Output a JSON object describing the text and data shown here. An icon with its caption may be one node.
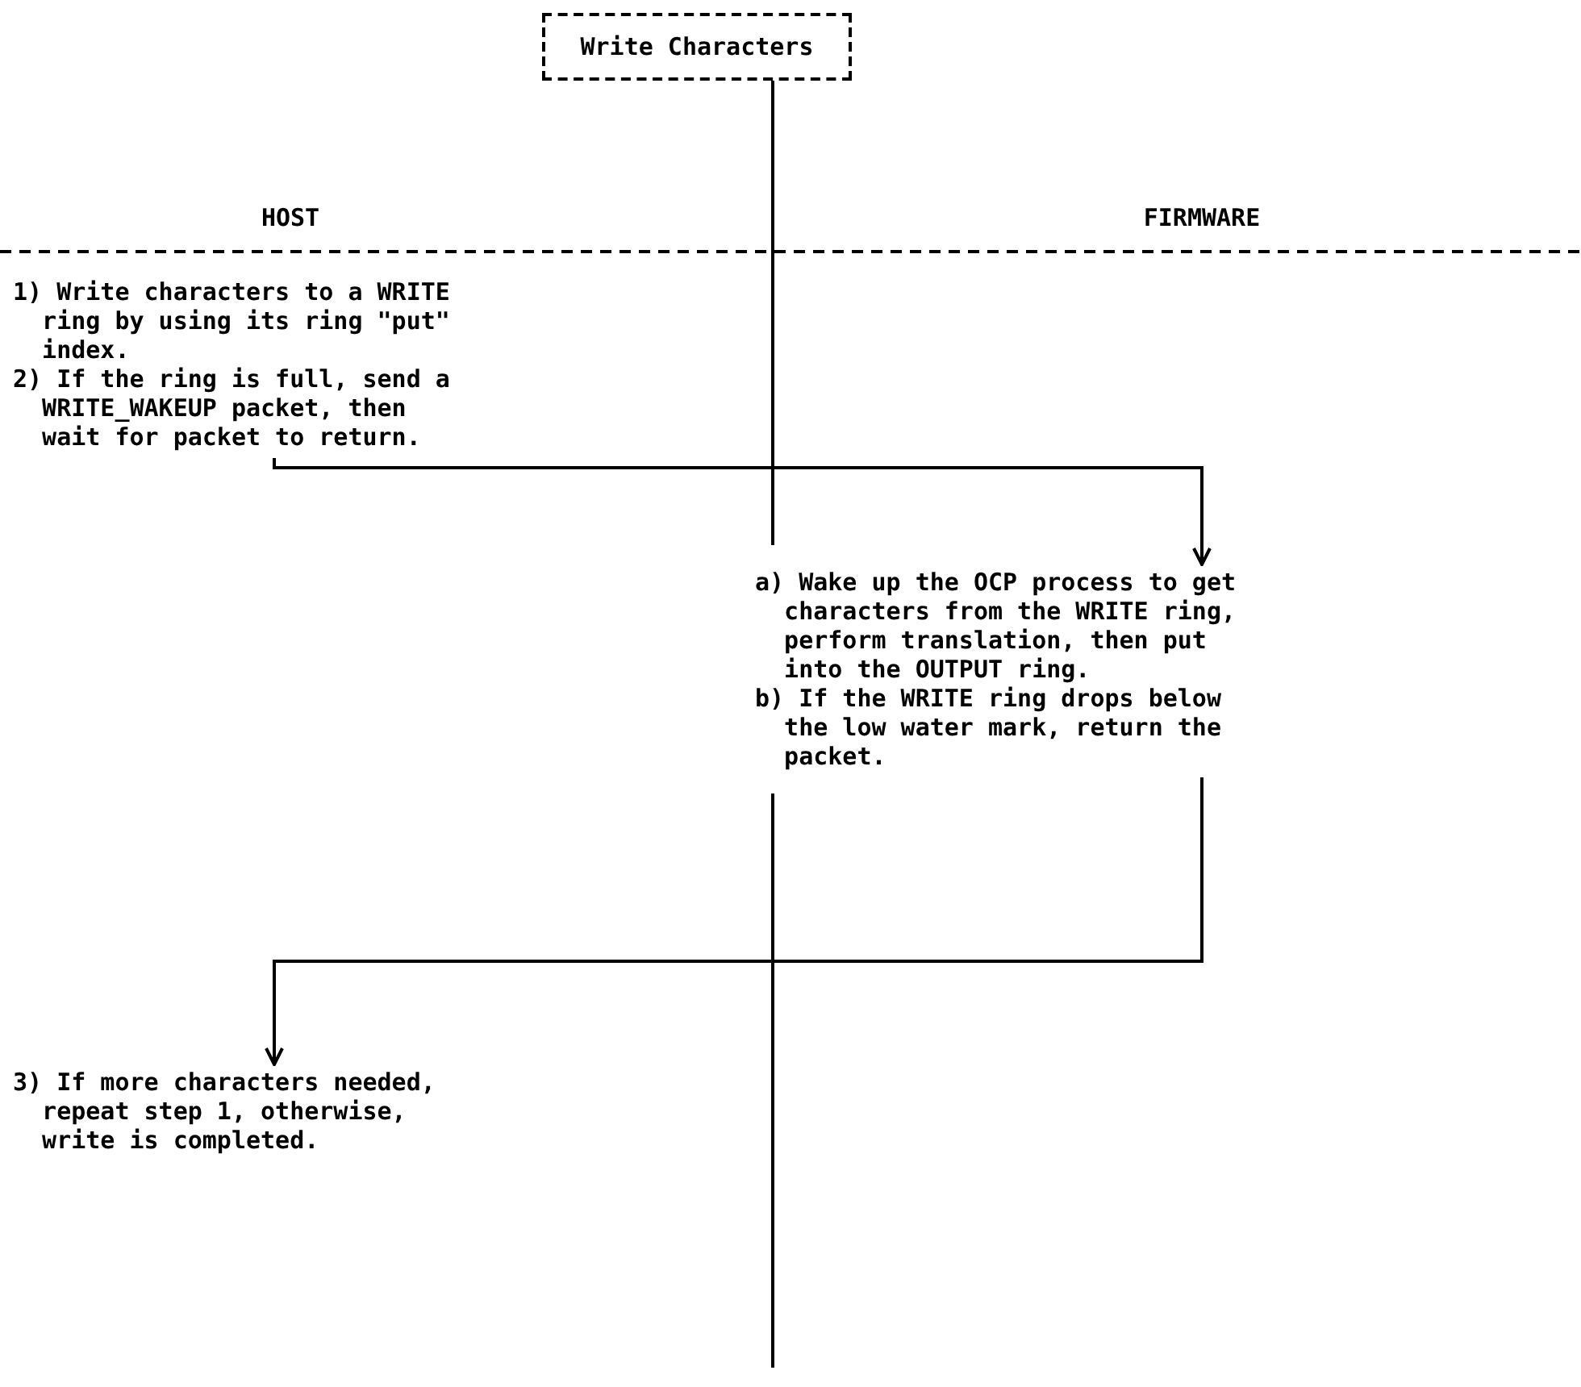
{
  "diagram": {
    "nodes": [
      {
        "text": [
          "Write Characters"
        ]
      },
      {
        "text": [
          "HOST"
        ]
      },
      {
        "text": [
          "FIRMWARE"
        ]
      },
      {
        "text": [
          "1) Write characters to a WRITE ring by using its ring \"put\" index.",
          "2) If the ring is full, send a WRITE_WAKEUP packet, then wait for packet to return."
        ]
      },
      {
        "text": [
          "a) Wake up the OCP process to get characters from the WRITE ring, perform translation, then put into the OUTPUT ring.",
          "b) If the WRITE ring drops below the low water mark, return the packet."
        ]
      },
      {
        "text": [
          "3) If more characters needed, repeat step 1, otherwise, write is completed."
        ]
      }
    ],
    "edges": [
      {
        "from": 3,
        "to": 4,
        "arrow": "to"
      },
      {
        "from": 4,
        "to": 5,
        "arrow": "to"
      }
    ]
  }
}
